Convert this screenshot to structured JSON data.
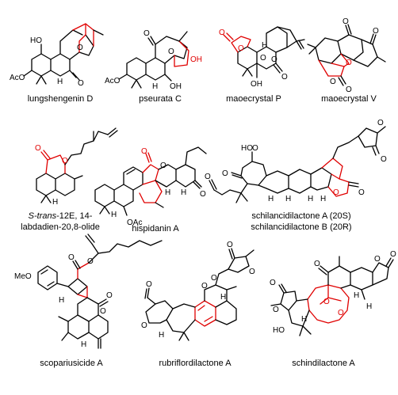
{
  "colors": {
    "bond": "#000000",
    "highlight": "#e00000",
    "background": "#ffffff"
  },
  "compounds": [
    {
      "name": "lungshengenin D",
      "atoms": [
        "HO",
        "O",
        "AcO",
        "H",
        "O"
      ]
    },
    {
      "name": "pseurata C",
      "atoms": [
        "O",
        "O",
        "OH",
        "AcO",
        "H",
        "OH"
      ]
    },
    {
      "name": "maoecrystal P",
      "atoms": [
        "O",
        "O",
        "O",
        "O",
        "O",
        "H",
        "OH"
      ]
    },
    {
      "name": "maoecrystal V",
      "atoms": [
        "O",
        "O",
        "O",
        "O",
        "O"
      ]
    },
    {
      "name_prefix": "S-trans",
      "name_rest": "-12E, 14-",
      "name_line2": "labdadien-20,8-olide",
      "atoms": [
        "O",
        "O",
        "H"
      ]
    },
    {
      "name": "hispidanin A",
      "atoms": [
        "O",
        "O",
        "O",
        "H",
        "H",
        "H",
        "OAc"
      ]
    },
    {
      "name_line1": "schilancidilactone A (20S)",
      "name_line2": "schilancidilactone B (20R)",
      "atoms": [
        "O",
        "O",
        "HO",
        "O",
        "O",
        "H",
        "H",
        "H",
        "H",
        "O",
        "O",
        "O"
      ]
    },
    {
      "name": "scopariusicide A",
      "atoms": [
        "MeO",
        "O",
        "O",
        "O",
        "O",
        "H",
        "H"
      ]
    },
    {
      "name": "rubriflordilactone A",
      "atoms": [
        "O",
        "O",
        "O",
        "O",
        "O",
        "O",
        "H",
        "H"
      ]
    },
    {
      "name": "schindilactone A",
      "atoms": [
        "O",
        "O",
        "O",
        "O",
        "O",
        "O",
        "O",
        "HO",
        "H",
        "H",
        "H"
      ]
    }
  ]
}
